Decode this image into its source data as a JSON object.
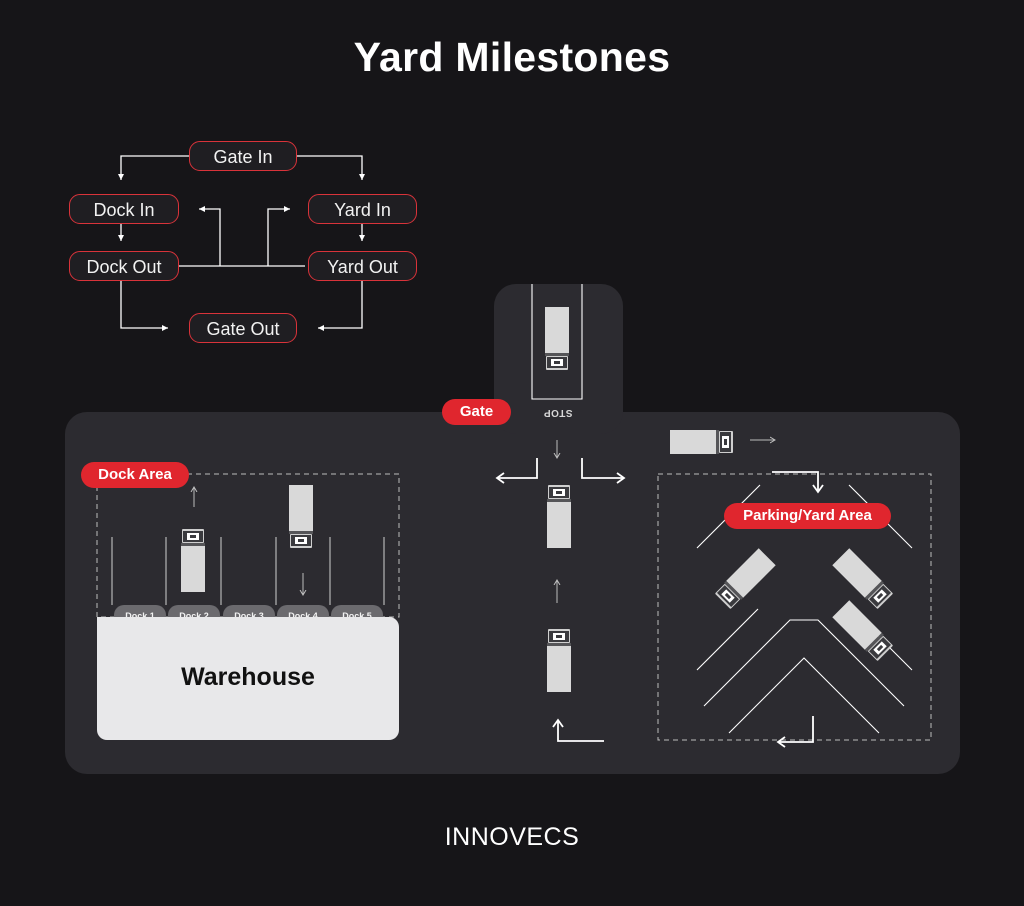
{
  "title": "Yard Milestones",
  "flow": {
    "gate_in": "Gate In",
    "dock_in": "Dock In",
    "yard_in": "Yard In",
    "dock_out": "Dock Out",
    "yard_out": "Yard Out",
    "gate_out": "Gate Out"
  },
  "yard": {
    "gate_label": "Gate",
    "stop_label": "STOP",
    "dock_area_label": "Dock Area",
    "parking_label": "Parking/Yard Area",
    "warehouse_label": "Warehouse",
    "docks": [
      "Dock 1",
      "Dock 2",
      "Dock 3",
      "Dock 4",
      "Dock 5"
    ]
  },
  "brand": "INNOVECS",
  "colors": {
    "accent": "#e0262e",
    "background": "#161518",
    "yard_surface": "#2c2b30",
    "warehouse": "#e8e8ea"
  }
}
